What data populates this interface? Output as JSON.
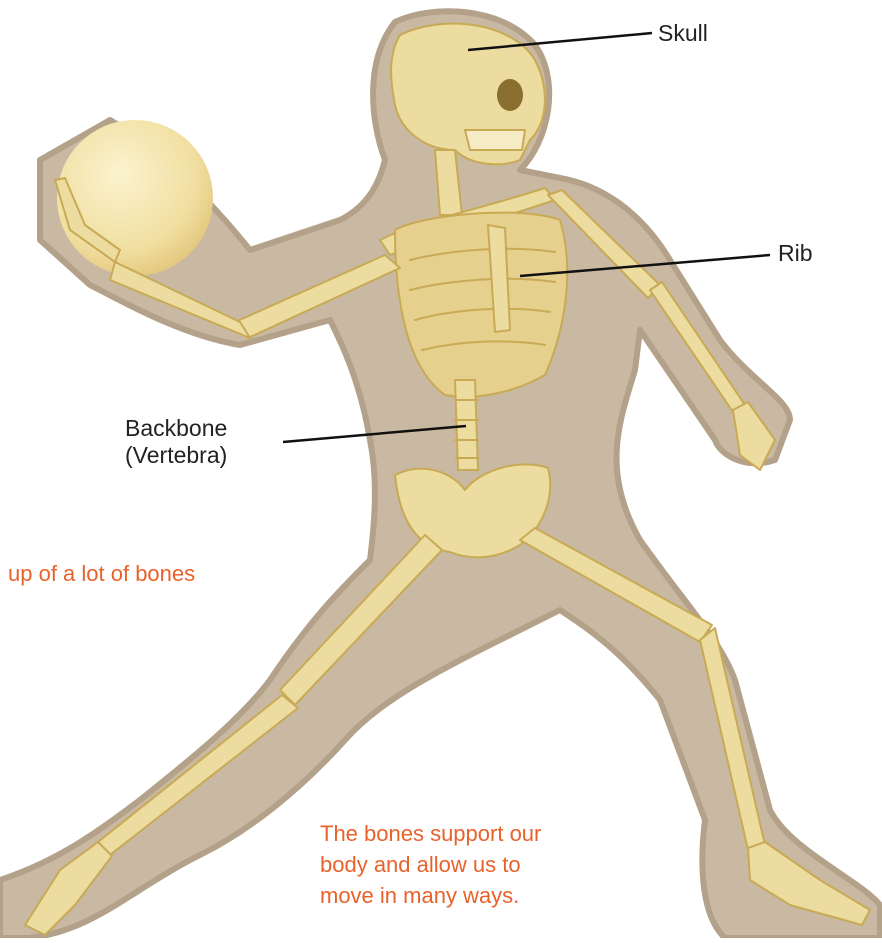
{
  "labels": {
    "skull": "Skull",
    "rib": "Rib",
    "backbone_line1": "Backbone",
    "backbone_line2": "(Vertebra)"
  },
  "notes": {
    "bones_fragment": "up of a lot of bones",
    "support_line1": "The bones support our",
    "support_line2": "body and allow us to",
    "support_line3": "move in many ways."
  },
  "colors": {
    "note_text": "#e8622a",
    "silhouette": "#c9b9a2",
    "silhouette_edge": "#b3a18a",
    "bone": "#eddca0",
    "bone_shade": "#c8aa55",
    "ball": "#f3e3a8",
    "leader_line": "#111111"
  }
}
